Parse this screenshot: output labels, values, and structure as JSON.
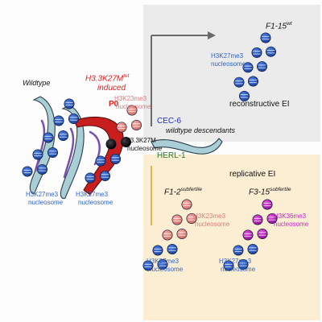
{
  "labels": {
    "wildtype": "Wildtype",
    "h33_title_main": "H3.3K27M",
    "h33_title_sup": "tet",
    "induced": "induced",
    "p0": "P0",
    "h3k23me3_top": "H3K23me3",
    "nucleosome_top": "nucleosome",
    "h33k27m": "H3.3K27M",
    "nucleosome_mid": "nucleosome",
    "h3k27me3_left": "H3K27me3",
    "nucleosome_left": "nucleosome",
    "h3k27me3_mid": "H3K27me3",
    "nucleosome_mid2": "nucleosome",
    "cec6": "CEC-6",
    "wildtype_descendants": "wildtype descendants",
    "herl1": "HERL-1",
    "f1_15_main": "F1-15",
    "f1_15_sup": "wt",
    "h3k27me3_topright": "H3K27me3",
    "nucleosome_topright": "nucleosome",
    "reconstructive_ei": "reconstructive EI",
    "replicative_ei": "replicative EI",
    "f1_2_main": "F1-2",
    "f1_2_sup": "subfertile",
    "f3_15_main": "F3-15",
    "f3_15_sup": "subfertile",
    "h3k23me3_br": "H3K23me3",
    "nucleosome_br1": "nucleosome",
    "h3k36me3": "H3K36me3",
    "nucleosome_br2": "nucleosome",
    "h3k27me3_bl": "H3K27me3",
    "nucleosome_bl": "nucleosome",
    "h3k27me3_bc": "H3K27me3",
    "nucleosome_bc": "nucleosome"
  },
  "colors": {
    "h3k27me3": "#2456c8",
    "h3k23me3": "#e8908a",
    "h3k36me3": "#c21fc2",
    "h33k27m": "#111111",
    "reconstructive_panel": "#ebebeb",
    "replicative_panel": "#fbeed3",
    "red_worm": "#c81e1e",
    "worm_body": "#a9ced6"
  }
}
